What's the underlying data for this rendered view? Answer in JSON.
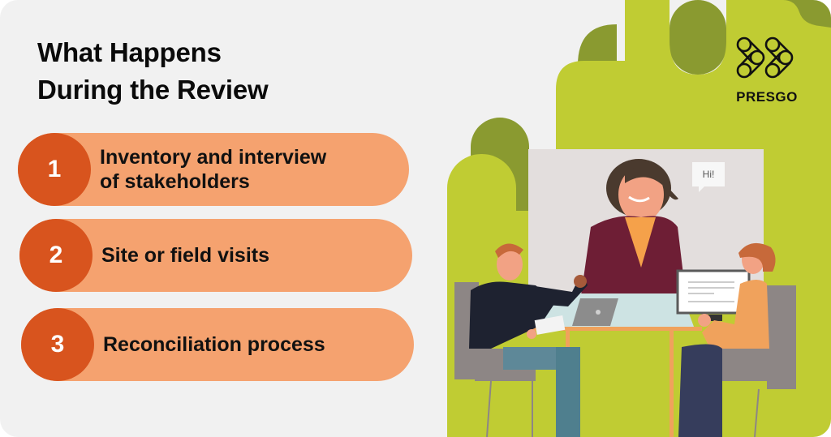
{
  "heading": {
    "line1": "What Happens",
    "line2": "During the Review"
  },
  "steps": [
    {
      "number": "1",
      "line1": "Inventory and interview",
      "line2": "of stakeholders"
    },
    {
      "number": "2",
      "line1": "Site or field visits",
      "line2": ""
    },
    {
      "number": "3",
      "line1": "Reconciliation process",
      "line2": ""
    }
  ],
  "brand": {
    "name": "PRESGO",
    "logo_icon": "double-chevron-chain-icon"
  },
  "illustration": {
    "speech_bubble": "Hi!",
    "scene": "video-call-meeting"
  },
  "colors": {
    "background": "#f1f1f1",
    "step_pill": "#f5a26f",
    "step_circle": "#d8541e",
    "green_light": "#c0cc33",
    "green_dark": "#8a9a30",
    "text": "#0a0a0a"
  }
}
